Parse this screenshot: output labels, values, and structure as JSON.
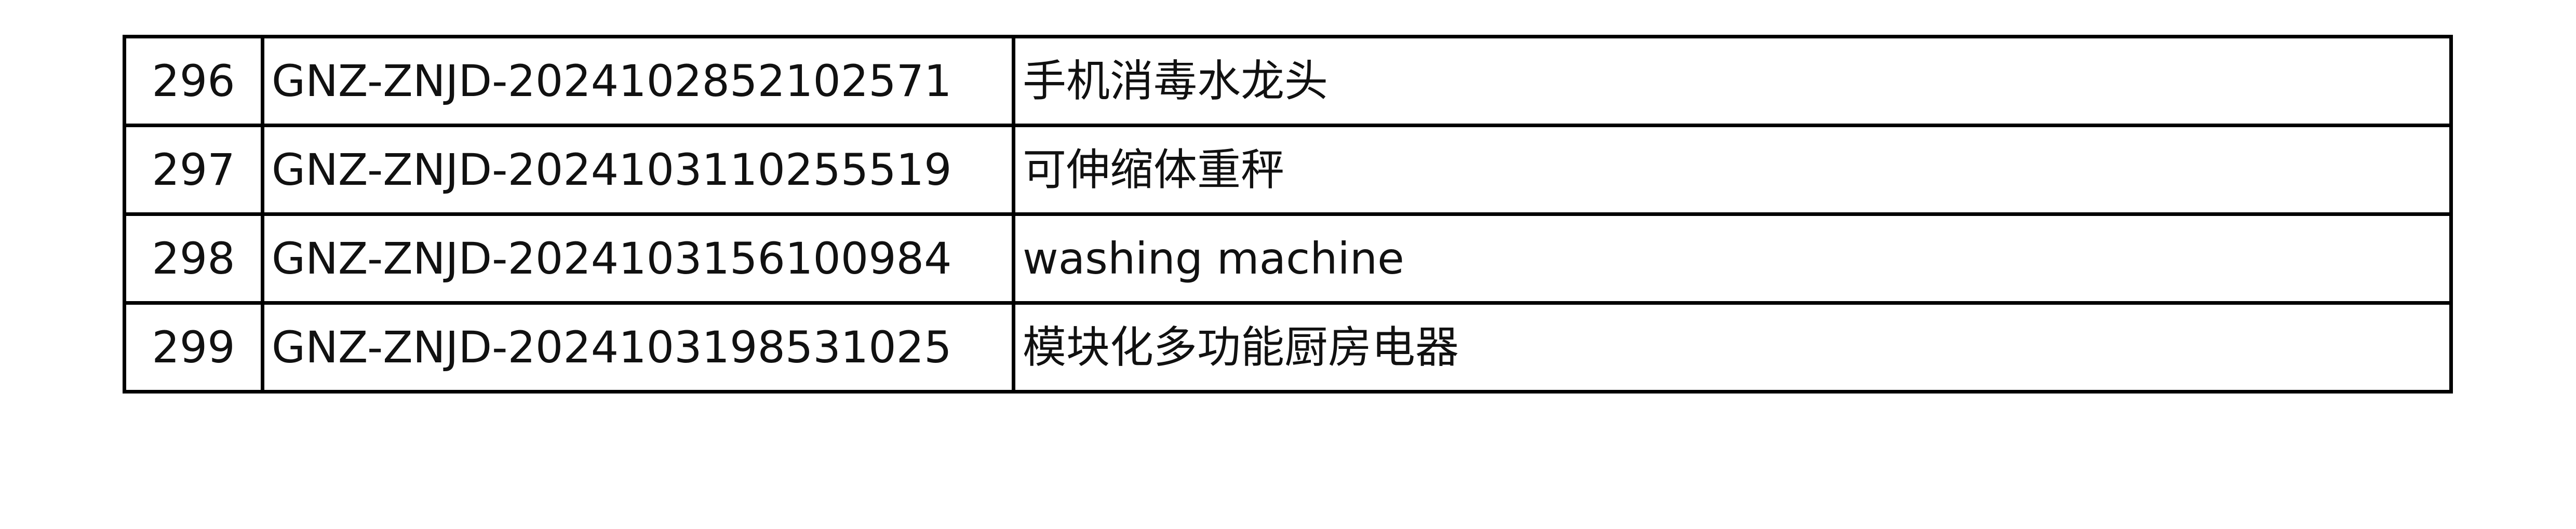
{
  "table": {
    "rows": [
      {
        "num": "296",
        "code": "GNZ-ZNJD-2024102852102571",
        "name": "手机消毒水龙头"
      },
      {
        "num": "297",
        "code": "GNZ-ZNJD-2024103110255519",
        "name": "可伸缩体重秤"
      },
      {
        "num": "298",
        "code": "GNZ-ZNJD-2024103156100984",
        "name": "washing machine"
      },
      {
        "num": "299",
        "code": "GNZ-ZNJD-2024103198531025",
        "name": "模块化多功能厨房电器"
      }
    ]
  },
  "colors": {
    "border": "#000000",
    "text": "#111111",
    "background": "#ffffff"
  }
}
